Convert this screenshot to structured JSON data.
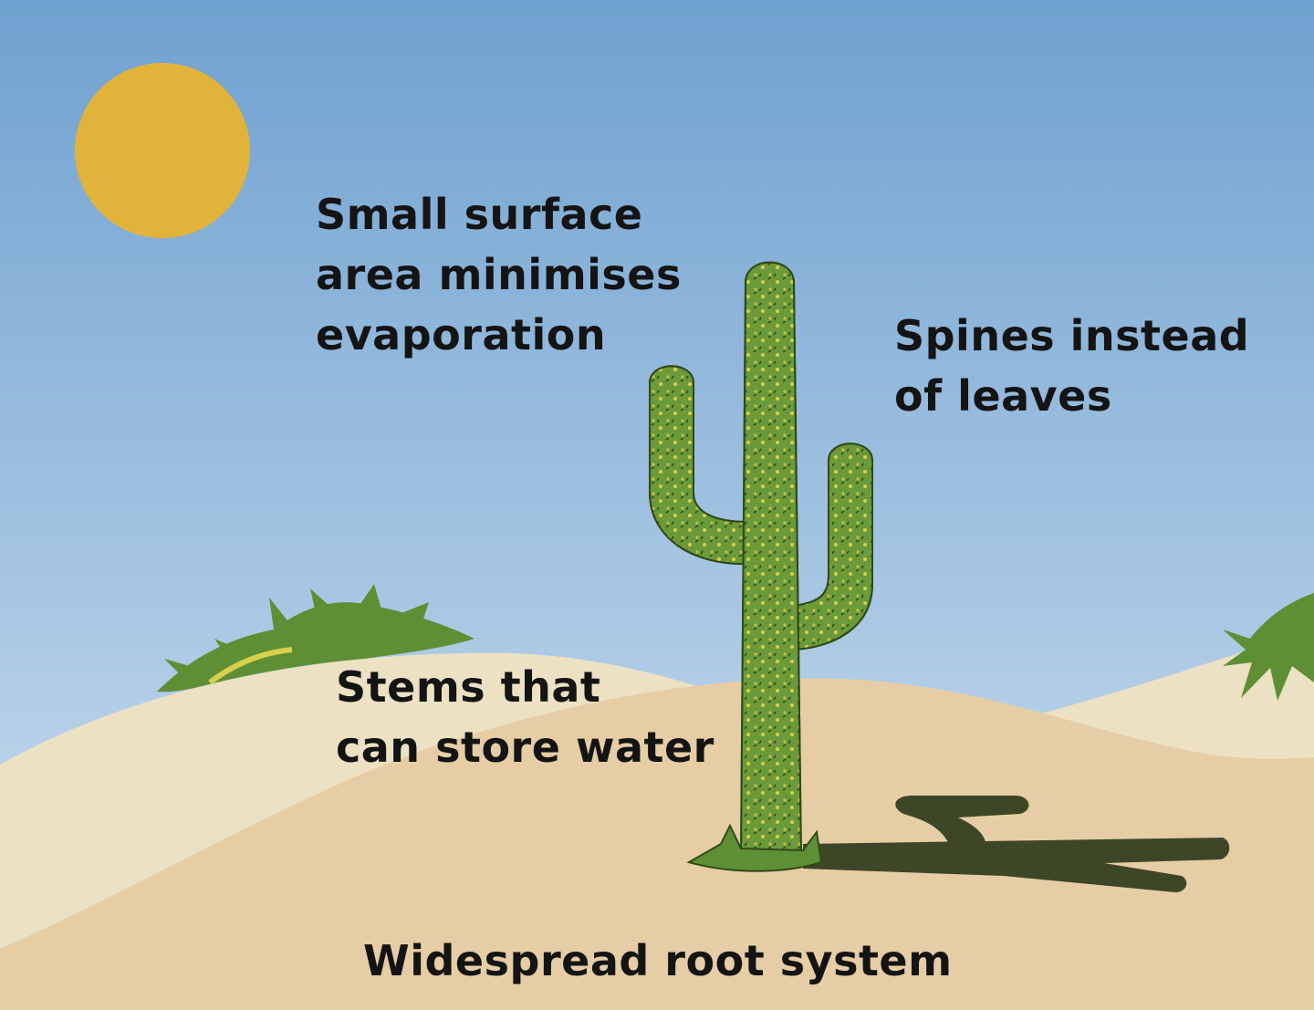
{
  "labels": {
    "surface_area": [
      "Small surface",
      "area minimises",
      "evaporation"
    ],
    "spines": [
      "Spines instead",
      "of leaves"
    ],
    "stems": [
      "Stems that",
      "can store water"
    ],
    "roots": "Widespread root system"
  },
  "colors": {
    "sky_top": "#6fa1d0",
    "sky_bottom": "#c9ddef",
    "sun": "#e2b33a",
    "sand_light": "#ece0c0",
    "sand": "#e5cca3",
    "cactus": "#6a9a3a",
    "cactus_dots": "#d8cf4a",
    "shadow": "#3e4628",
    "text": "#141414"
  }
}
